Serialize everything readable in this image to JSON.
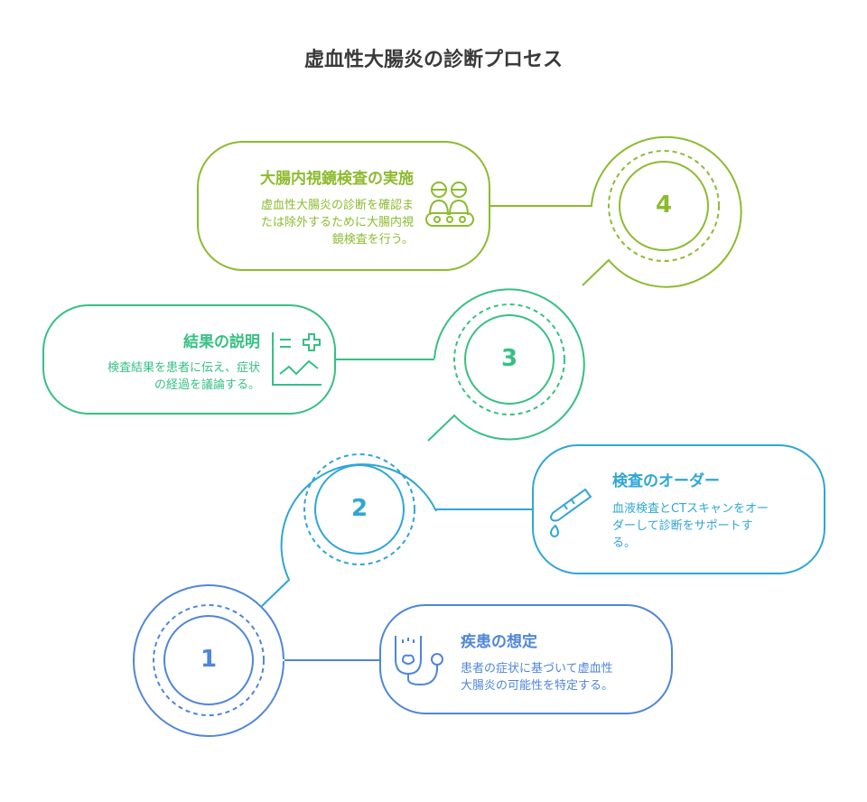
{
  "title": "虚血性大腸炎の診断プロセス",
  "colors": {
    "step1": "#4f86d9",
    "step2": "#2fa6d6",
    "step3": "#36c084",
    "step4": "#8dbb2f",
    "title": "#3a3a3a"
  },
  "steps": [
    {
      "number": "1",
      "title": "疾患の想定",
      "description": [
        "患者の症状に基づいて虚血性",
        "大腸炎の可能性を特定する。"
      ],
      "icon": "stethoscope-icon"
    },
    {
      "number": "2",
      "title": "検査のオーダー",
      "description": [
        "血液検査とCTスキャンをオー",
        "ダーして診断をサポートす",
        "る。"
      ],
      "icon": "test-tube-icon"
    },
    {
      "number": "3",
      "title": "結果の説明",
      "description": [
        "検査結果を患者に伝え、症状",
        "の経過を議論する。"
      ],
      "icon": "medical-chart-icon"
    },
    {
      "number": "4",
      "title": "大腸内視鏡検査の実施",
      "description": [
        "虚血性大腸炎の診断を確認ま",
        "たは除外するために大腸内視",
        "鏡検査を行う。"
      ],
      "icon": "doctors-icon"
    }
  ]
}
